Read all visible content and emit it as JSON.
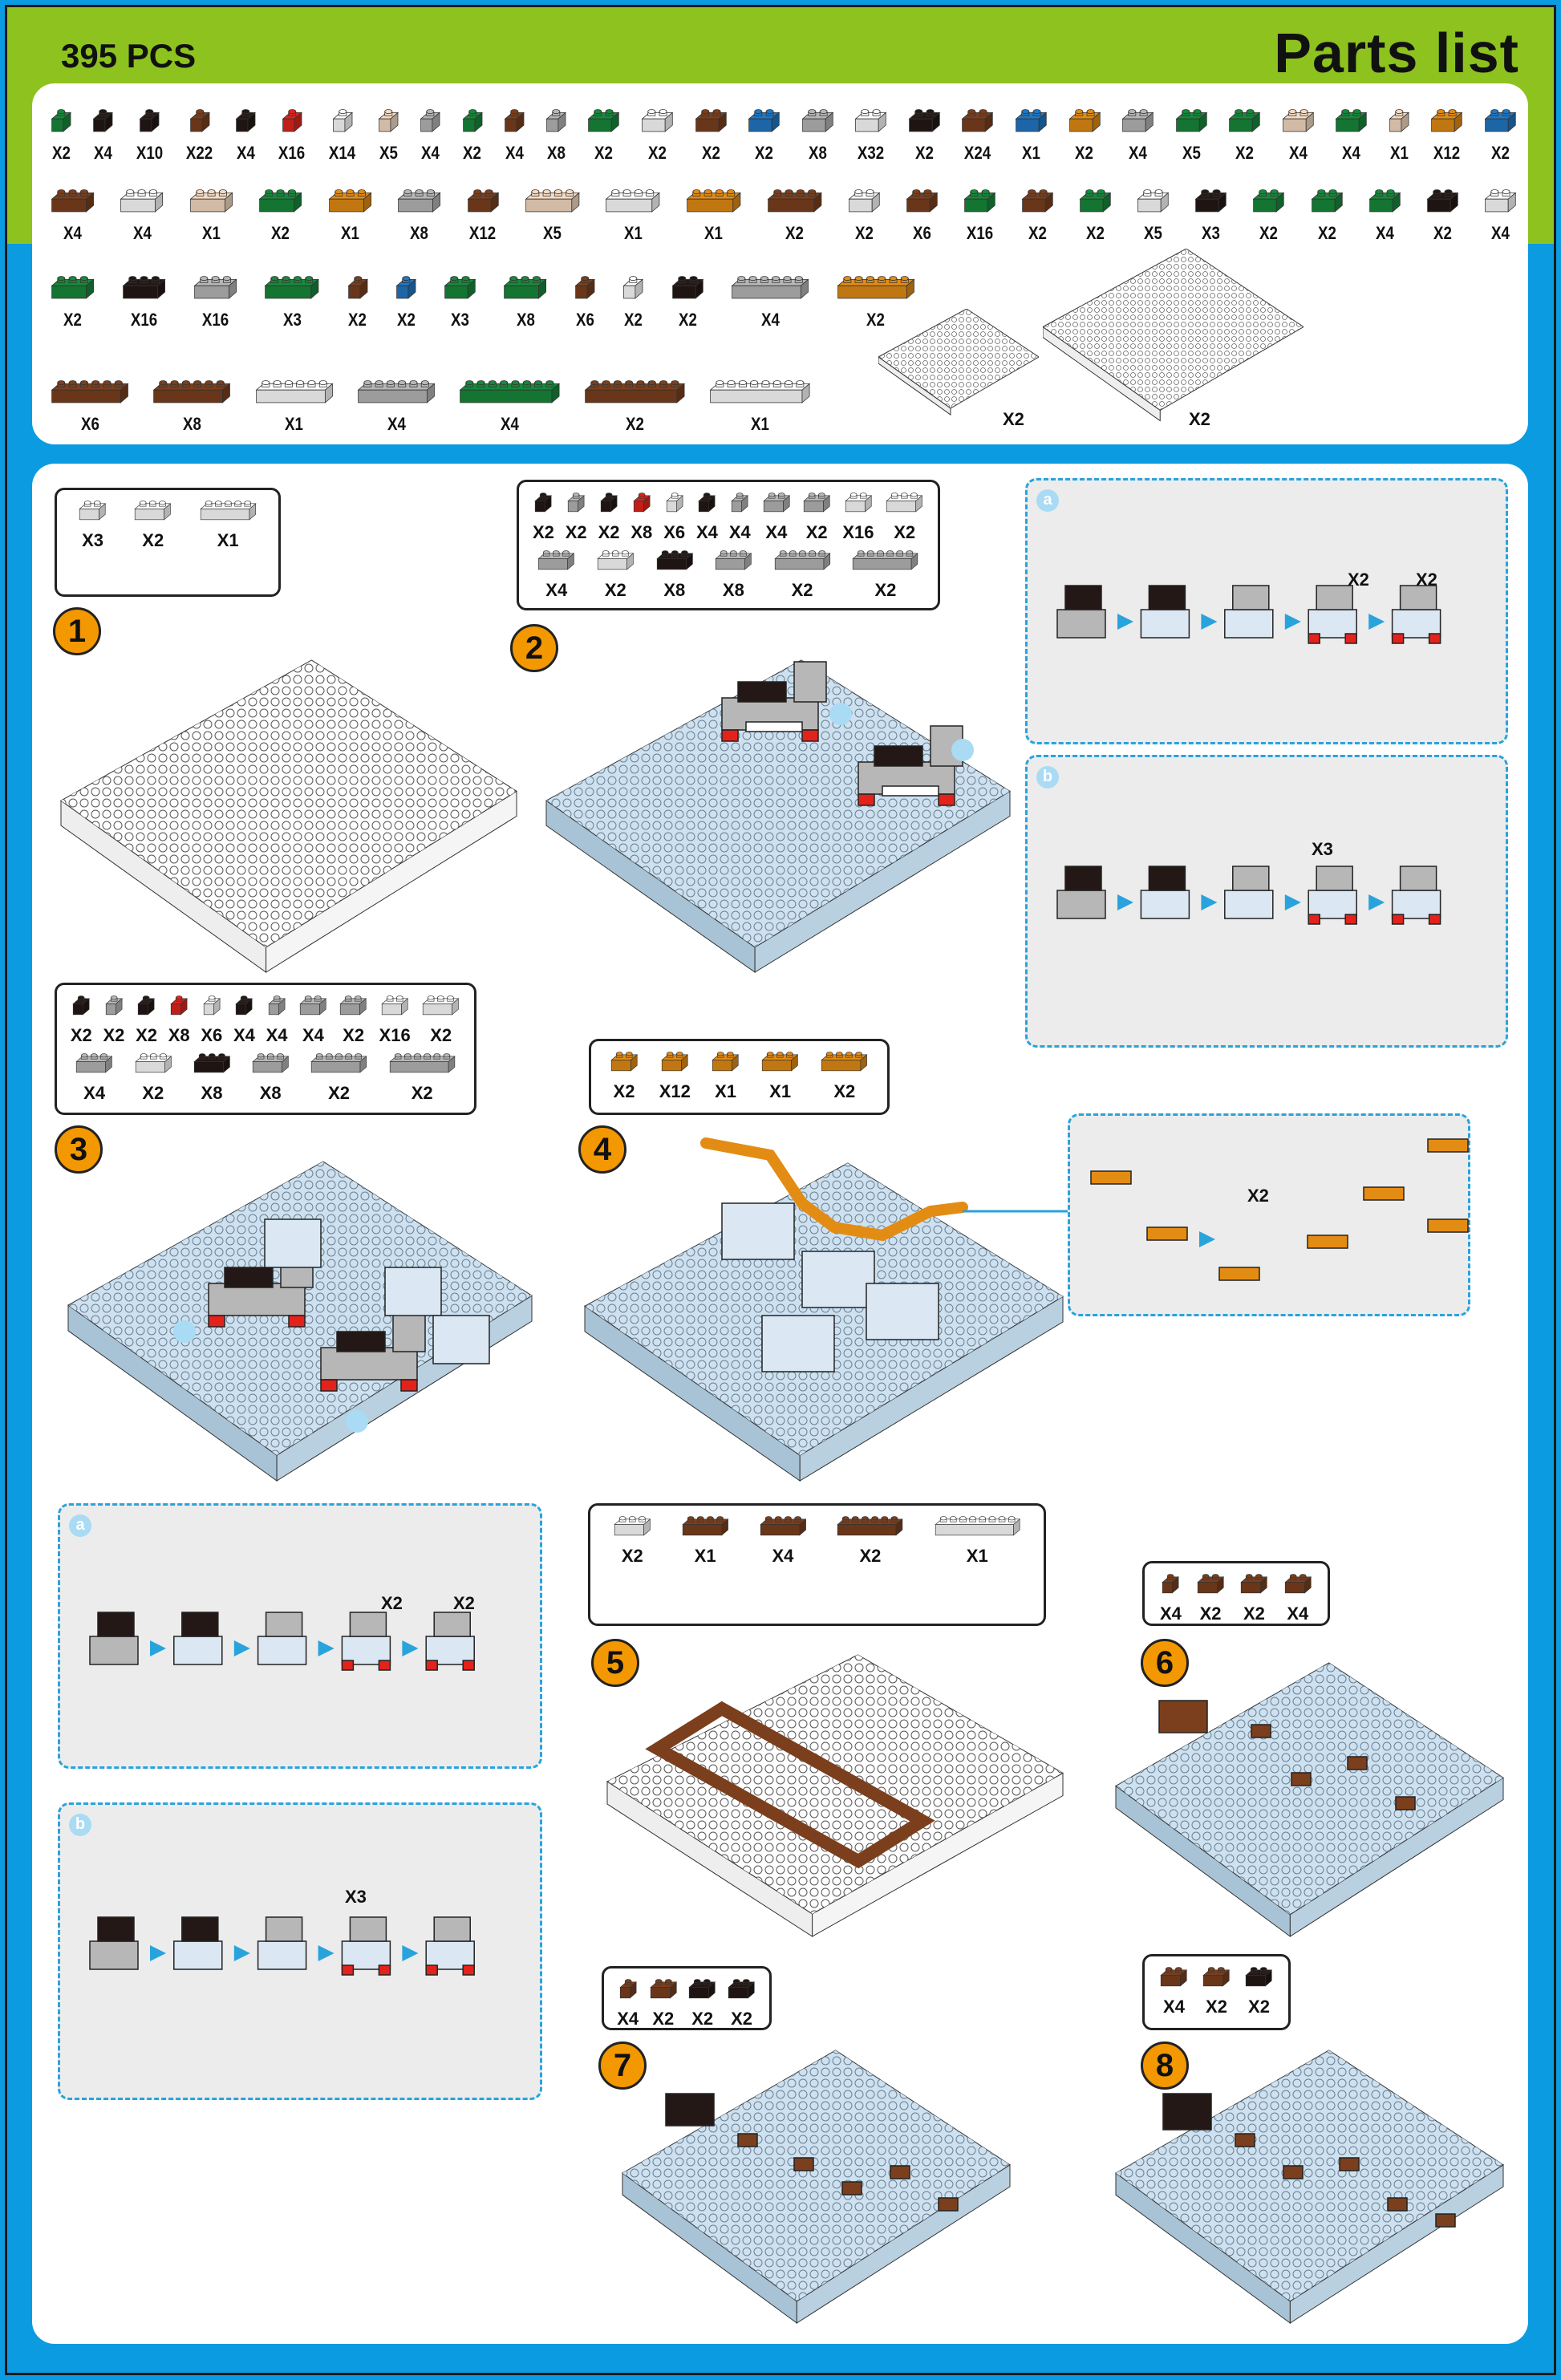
{
  "header": {
    "pcs": "395 PCS",
    "title": "Parts list"
  },
  "colors": {
    "green": "#17893b",
    "black": "#231815",
    "brown": "#7b3f1d",
    "red": "#e3231b",
    "white": "#ffffff",
    "tan": "#f7dcc3",
    "grey": "#b7b7b7",
    "blue": "#2178c4",
    "orange": "#e38c14",
    "lightblue": "#cde1f0",
    "accent_green": "#8dc21f",
    "accent_blue": "#0b9be0",
    "badge": "#f39800"
  },
  "parts_list": {
    "rows": [
      [
        {
          "c": "green",
          "q": "X2",
          "s": 1
        },
        {
          "c": "black",
          "q": "X4",
          "s": 1
        },
        {
          "c": "black",
          "q": "X10",
          "s": 1
        },
        {
          "c": "brown",
          "q": "X22",
          "s": 1
        },
        {
          "c": "black",
          "q": "X4",
          "s": 1
        },
        {
          "c": "red",
          "q": "X16",
          "s": 1
        },
        {
          "c": "white",
          "q": "X14",
          "s": 1
        },
        {
          "c": "tan",
          "q": "X5",
          "s": 1
        },
        {
          "c": "grey",
          "q": "X4",
          "s": 1
        },
        {
          "c": "green",
          "q": "X2",
          "s": 1
        },
        {
          "c": "brown",
          "q": "X4",
          "s": 1
        },
        {
          "c": "grey",
          "q": "X8",
          "s": 1
        },
        {
          "c": "green",
          "q": "X2",
          "s": 2
        },
        {
          "c": "white",
          "q": "X2",
          "s": 2
        },
        {
          "c": "brown",
          "q": "X2",
          "s": 2
        },
        {
          "c": "blue",
          "q": "X2",
          "s": 2
        },
        {
          "c": "grey",
          "q": "X8",
          "s": 2
        },
        {
          "c": "white",
          "q": "X32",
          "s": 2
        },
        {
          "c": "black",
          "q": "X2",
          "s": 2
        },
        {
          "c": "brown",
          "q": "X24",
          "s": 2
        },
        {
          "c": "blue",
          "q": "X1",
          "s": 2
        },
        {
          "c": "orange",
          "q": "X2",
          "s": 2
        },
        {
          "c": "grey",
          "q": "X4",
          "s": 2
        },
        {
          "c": "green",
          "q": "X5",
          "s": 2
        },
        {
          "c": "green",
          "q": "X2",
          "s": 2
        },
        {
          "c": "tan",
          "q": "X4",
          "s": 2
        },
        {
          "c": "green",
          "q": "X4",
          "s": 2
        },
        {
          "c": "tan",
          "q": "X1",
          "s": 1
        },
        {
          "c": "orange",
          "q": "X12",
          "s": 2
        },
        {
          "c": "blue",
          "q": "X2",
          "s": 2
        }
      ],
      [
        {
          "c": "brown",
          "q": "X4",
          "s": 3
        },
        {
          "c": "white",
          "q": "X4",
          "s": 3
        },
        {
          "c": "tan",
          "q": "X1",
          "s": 3
        },
        {
          "c": "green",
          "q": "X2",
          "s": 3
        },
        {
          "c": "orange",
          "q": "X1",
          "s": 3
        },
        {
          "c": "grey",
          "q": "X8",
          "s": 3
        },
        {
          "c": "brown",
          "q": "X12",
          "s": 2
        },
        {
          "c": "tan",
          "q": "X5",
          "s": 4
        },
        {
          "c": "white",
          "q": "X1",
          "s": 4
        },
        {
          "c": "orange",
          "q": "X1",
          "s": 4
        },
        {
          "c": "brown",
          "q": "X2",
          "s": 4
        },
        {
          "c": "white",
          "q": "X2",
          "s": 2
        },
        {
          "c": "brown",
          "q": "X6",
          "s": 2
        },
        {
          "c": "green",
          "q": "X16",
          "s": 2
        },
        {
          "c": "brown",
          "q": "X2",
          "s": 2
        },
        {
          "c": "green",
          "q": "X2",
          "s": 2
        },
        {
          "c": "white",
          "q": "X5",
          "s": 2
        },
        {
          "c": "black",
          "q": "X3",
          "s": 2
        },
        {
          "c": "green",
          "q": "X2",
          "s": 2
        },
        {
          "c": "green",
          "q": "X2",
          "s": 2
        },
        {
          "c": "green",
          "q": "X4",
          "s": 2
        },
        {
          "c": "black",
          "q": "X2",
          "s": 2
        },
        {
          "c": "white",
          "q": "X4",
          "s": 2
        }
      ],
      [
        {
          "c": "green",
          "q": "X2",
          "s": 3
        },
        {
          "c": "black",
          "q": "X16",
          "s": 3
        },
        {
          "c": "grey",
          "q": "X16",
          "s": 3
        },
        {
          "c": "green",
          "q": "X3",
          "s": 4
        },
        {
          "c": "brown",
          "q": "X2",
          "s": 1
        },
        {
          "c": "blue",
          "q": "X2",
          "s": 1
        },
        {
          "c": "green",
          "q": "X3",
          "s": 2
        },
        {
          "c": "green",
          "q": "X8",
          "s": 3
        },
        {
          "c": "brown",
          "q": "X6",
          "s": 1
        },
        {
          "c": "white",
          "q": "X2",
          "s": 1
        },
        {
          "c": "black",
          "q": "X2",
          "s": 2
        },
        {
          "c": "grey",
          "q": "X4",
          "s": 6
        },
        {
          "c": "orange",
          "q": "X2",
          "s": 6
        }
      ],
      [
        {
          "c": "brown",
          "q": "X6",
          "s": 6
        },
        {
          "c": "brown",
          "q": "X8",
          "s": 6
        },
        {
          "c": "white",
          "q": "X1",
          "s": 6
        },
        {
          "c": "grey",
          "q": "X4",
          "s": 6
        },
        {
          "c": "green",
          "q": "X4",
          "s": 8
        },
        {
          "c": "brown",
          "q": "X2",
          "s": 8
        },
        {
          "c": "white",
          "q": "X1",
          "s": 8
        }
      ]
    ],
    "plates": [
      {
        "c": "white",
        "q": "X2"
      },
      {
        "c": "white",
        "q": "X2"
      }
    ]
  },
  "steps": [
    {
      "num": "1",
      "rows": [
        [
          {
            "c": "white",
            "q": "X3",
            "s": 2
          },
          {
            "c": "white",
            "q": "X2",
            "s": 3
          },
          {
            "c": "white",
            "q": "X1",
            "s": 5
          }
        ]
      ]
    },
    {
      "num": "2",
      "rows": [
        [
          {
            "c": "black",
            "q": "X2",
            "s": 1
          },
          {
            "c": "grey",
            "q": "X2",
            "s": 1
          },
          {
            "c": "black",
            "q": "X2",
            "s": 1
          },
          {
            "c": "red",
            "q": "X8",
            "s": 1
          },
          {
            "c": "white",
            "q": "X6",
            "s": 1
          },
          {
            "c": "black",
            "q": "X4",
            "s": 1
          },
          {
            "c": "grey",
            "q": "X4",
            "s": 1
          },
          {
            "c": "grey",
            "q": "X4",
            "s": 2
          },
          {
            "c": "grey",
            "q": "X2",
            "s": 2
          },
          {
            "c": "white",
            "q": "X16",
            "s": 2
          },
          {
            "c": "white",
            "q": "X2",
            "s": 3
          }
        ],
        [
          {
            "c": "grey",
            "q": "X4",
            "s": 3
          },
          {
            "c": "white",
            "q": "X2",
            "s": 3
          },
          {
            "c": "black",
            "q": "X8",
            "s": 3
          },
          {
            "c": "grey",
            "q": "X8",
            "s": 3
          },
          {
            "c": "grey",
            "q": "X2",
            "s": 5
          },
          {
            "c": "grey",
            "q": "X2",
            "s": 6
          }
        ]
      ]
    },
    {
      "num": "3",
      "rows": [
        [
          {
            "c": "black",
            "q": "X2",
            "s": 1
          },
          {
            "c": "grey",
            "q": "X2",
            "s": 1
          },
          {
            "c": "black",
            "q": "X2",
            "s": 1
          },
          {
            "c": "red",
            "q": "X8",
            "s": 1
          },
          {
            "c": "white",
            "q": "X6",
            "s": 1
          },
          {
            "c": "black",
            "q": "X4",
            "s": 1
          },
          {
            "c": "grey",
            "q": "X4",
            "s": 1
          },
          {
            "c": "grey",
            "q": "X4",
            "s": 2
          },
          {
            "c": "grey",
            "q": "X2",
            "s": 2
          },
          {
            "c": "white",
            "q": "X16",
            "s": 2
          },
          {
            "c": "white",
            "q": "X2",
            "s": 3
          }
        ],
        [
          {
            "c": "grey",
            "q": "X4",
            "s": 3
          },
          {
            "c": "white",
            "q": "X2",
            "s": 3
          },
          {
            "c": "black",
            "q": "X8",
            "s": 3
          },
          {
            "c": "grey",
            "q": "X8",
            "s": 3
          },
          {
            "c": "grey",
            "q": "X2",
            "s": 5
          },
          {
            "c": "grey",
            "q": "X2",
            "s": 6
          }
        ]
      ]
    },
    {
      "num": "4",
      "rows": [
        [
          {
            "c": "orange",
            "q": "X2",
            "s": 2
          },
          {
            "c": "orange",
            "q": "X12",
            "s": 2
          },
          {
            "c": "orange",
            "q": "X1",
            "s": 2
          },
          {
            "c": "orange",
            "q": "X1",
            "s": 3
          },
          {
            "c": "orange",
            "q": "X2",
            "s": 4
          }
        ]
      ]
    },
    {
      "num": "5",
      "rows": [
        [
          {
            "c": "white",
            "q": "X2",
            "s": 3
          },
          {
            "c": "brown",
            "q": "X1",
            "s": 4
          },
          {
            "c": "brown",
            "q": "X4",
            "s": 4
          },
          {
            "c": "brown",
            "q": "X2",
            "s": 6
          },
          {
            "c": "white",
            "q": "X1",
            "s": 8
          }
        ]
      ]
    },
    {
      "num": "6",
      "rows": [
        [
          {
            "c": "brown",
            "q": "X4",
            "s": 1
          },
          {
            "c": "brown",
            "q": "X2",
            "s": 2
          },
          {
            "c": "brown",
            "q": "X2",
            "s": 2
          },
          {
            "c": "brown",
            "q": "X4",
            "s": 2
          }
        ]
      ]
    },
    {
      "num": "7",
      "rows": [
        [
          {
            "c": "brown",
            "q": "X4",
            "s": 1
          },
          {
            "c": "brown",
            "q": "X2",
            "s": 2
          },
          {
            "c": "black",
            "q": "X2",
            "s": 2
          },
          {
            "c": "black",
            "q": "X2",
            "s": 2
          }
        ]
      ]
    },
    {
      "num": "8",
      "rows": [
        [
          {
            "c": "brown",
            "q": "X4",
            "s": 2
          },
          {
            "c": "brown",
            "q": "X2",
            "s": 2
          },
          {
            "c": "black",
            "q": "X2",
            "s": 2
          }
        ]
      ]
    }
  ],
  "subassemblies": {
    "a_label": "a",
    "b_label": "b",
    "a_qty1": "X2",
    "a_qty2": "X2",
    "b_qty": "X3",
    "step4_qty": "X2"
  }
}
